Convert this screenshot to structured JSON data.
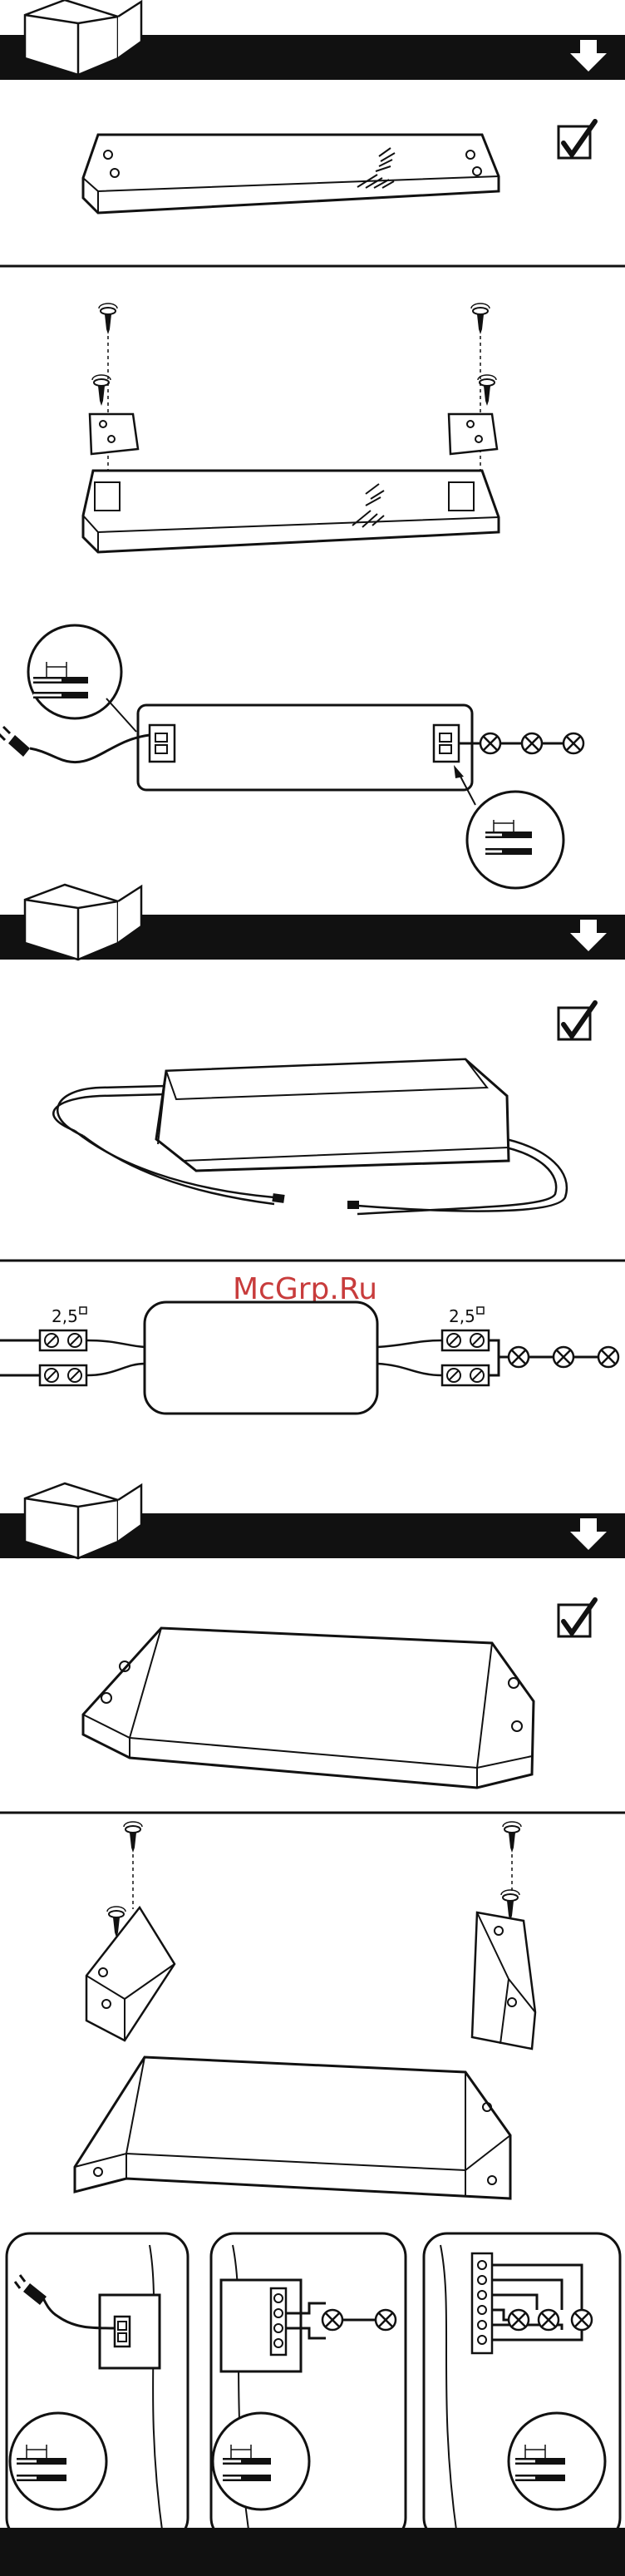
{
  "watermark": "McGrp.Ru",
  "labels": {
    "wire_gauge_left": "2,5",
    "wire_gauge_right": "2,5"
  },
  "icons": [
    "open-box-icon",
    "down-arrow-icon",
    "checkmark-icon",
    "screw-icon",
    "plug-icon",
    "lamp-icon"
  ],
  "colors": {
    "band": "#111111",
    "line": "#111111",
    "watermark": "#c83c3c"
  }
}
